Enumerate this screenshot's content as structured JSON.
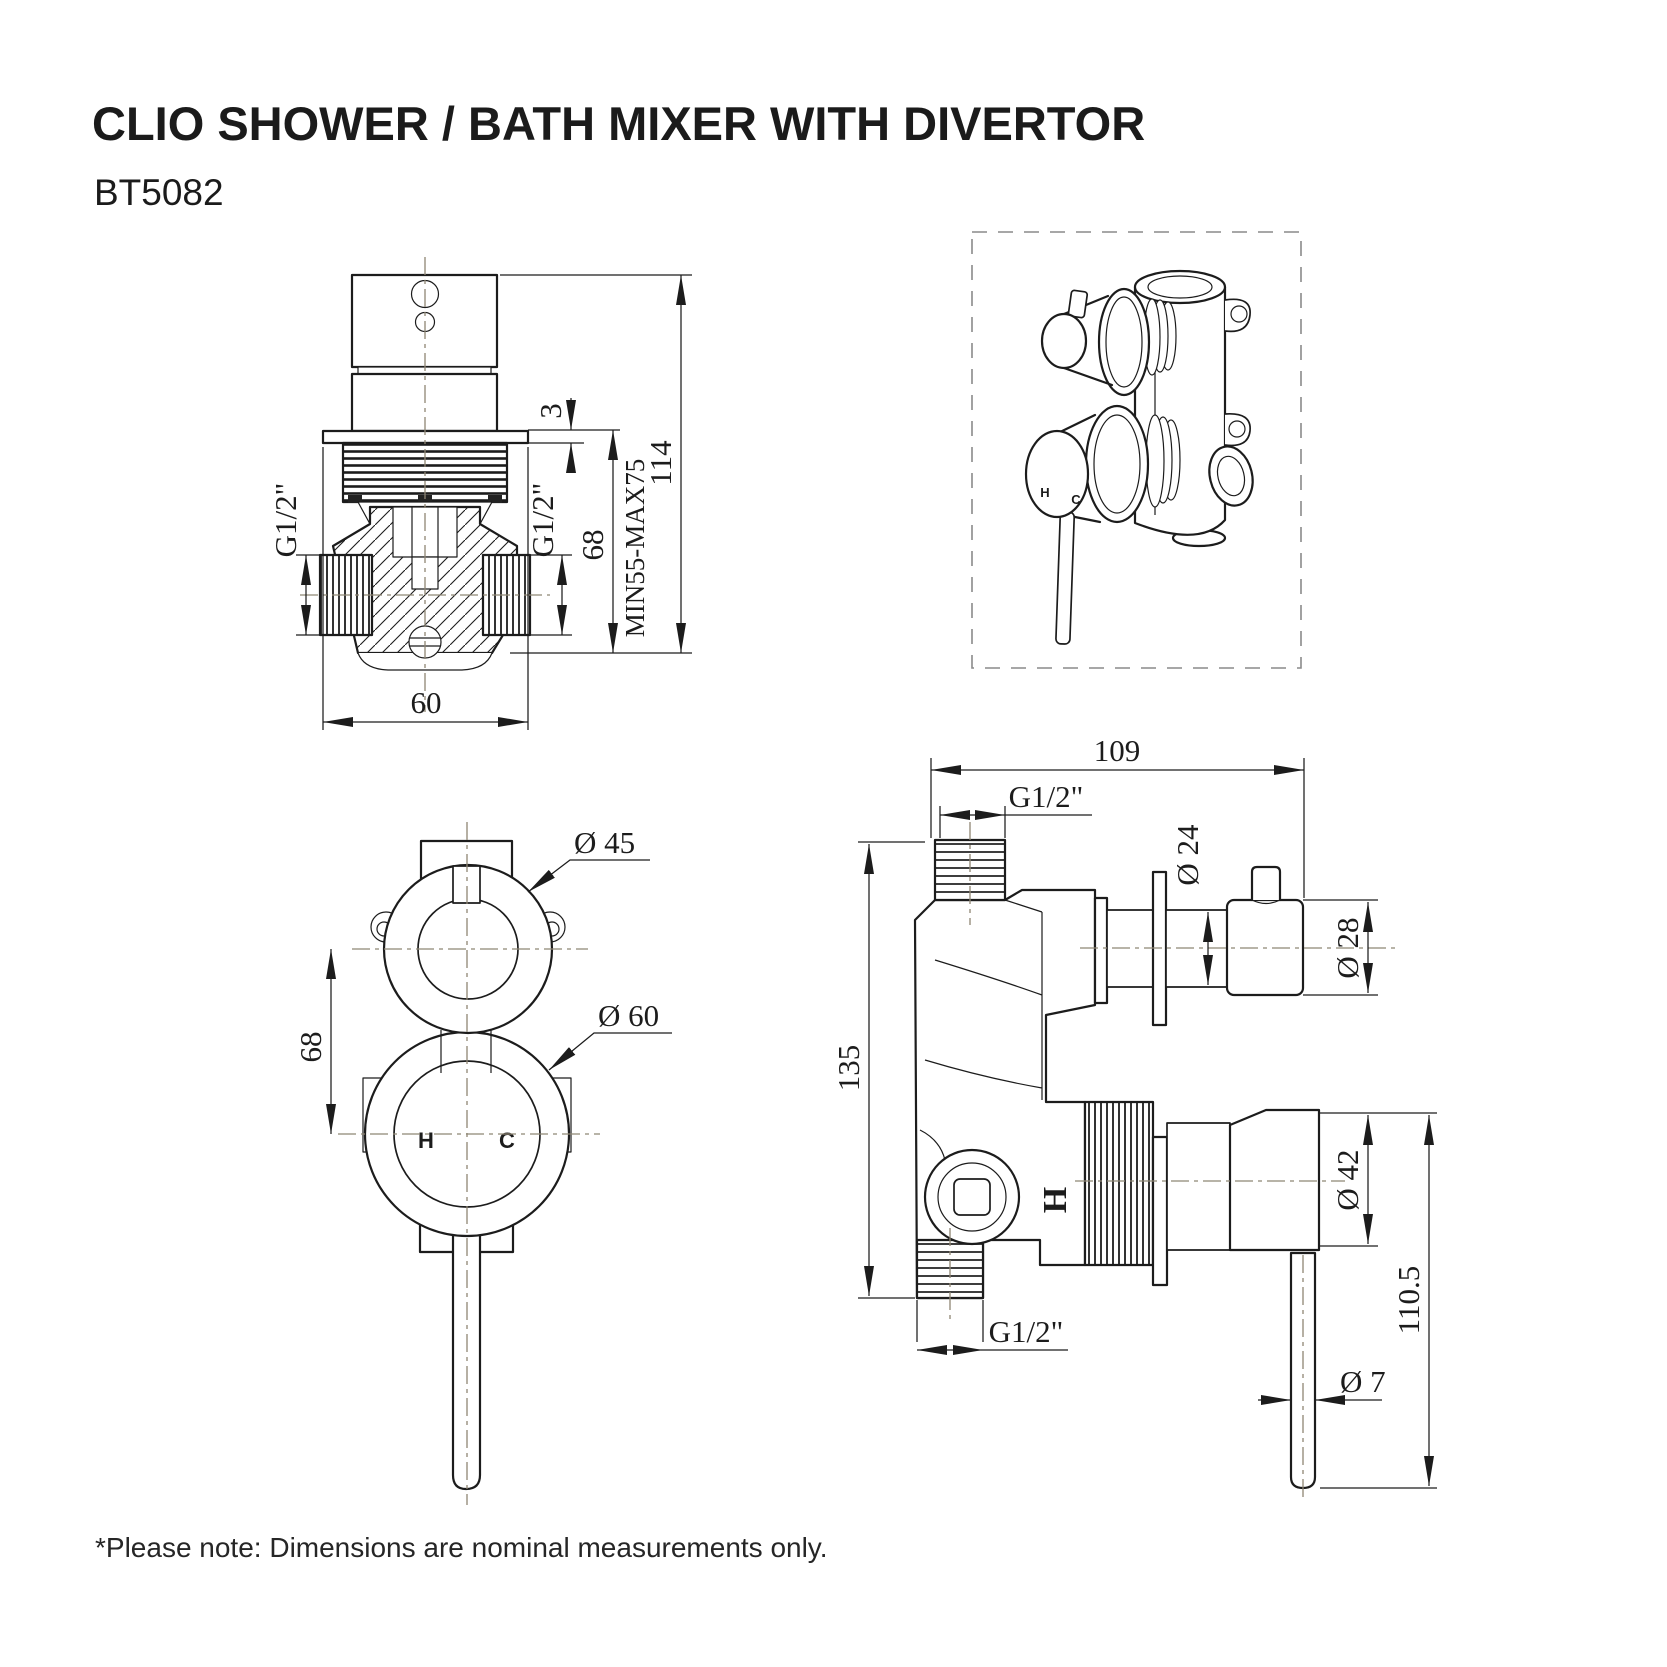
{
  "header": {
    "title": "CLIO SHOWER / BATH MIXER WITH DIVERTOR",
    "model_code": "BT5082"
  },
  "footer": {
    "note": "*Please note: Dimensions are nominal measurements only."
  },
  "colors": {
    "line": "#1c1c1c",
    "centerline": "#8e8674",
    "dashed_box": "#8a8a8a",
    "background": "#ffffff"
  },
  "views": {
    "front_section": {
      "dims": {
        "flange_gap": "3",
        "overall_height": "114",
        "body_depth": "68",
        "depth_range": "MIN55-MAX75",
        "left_inlet": "G1/2\"",
        "right_inlet": "G1/2\"",
        "body_width": "60"
      }
    },
    "isometric": {
      "labels": {
        "hot": "H",
        "cold": "C"
      }
    },
    "front": {
      "dims": {
        "divertor_dia": "Ø 45",
        "plate_dia": "Ø 60",
        "centre_distance": "68"
      },
      "labels": {
        "hot": "H",
        "cold": "C"
      }
    },
    "side": {
      "dims": {
        "overall_width": "109",
        "top_outlet": "G1/2\"",
        "stem_dia": "Ø 24",
        "divertor_knob_dia": "Ø 28",
        "overall_height": "135",
        "handle_dia": "Ø 42",
        "lever_length": "110.5",
        "bottom_outlet": "G1/2\"",
        "lever_dia": "Ø 7"
      },
      "labels": {
        "hot": "H"
      }
    }
  }
}
